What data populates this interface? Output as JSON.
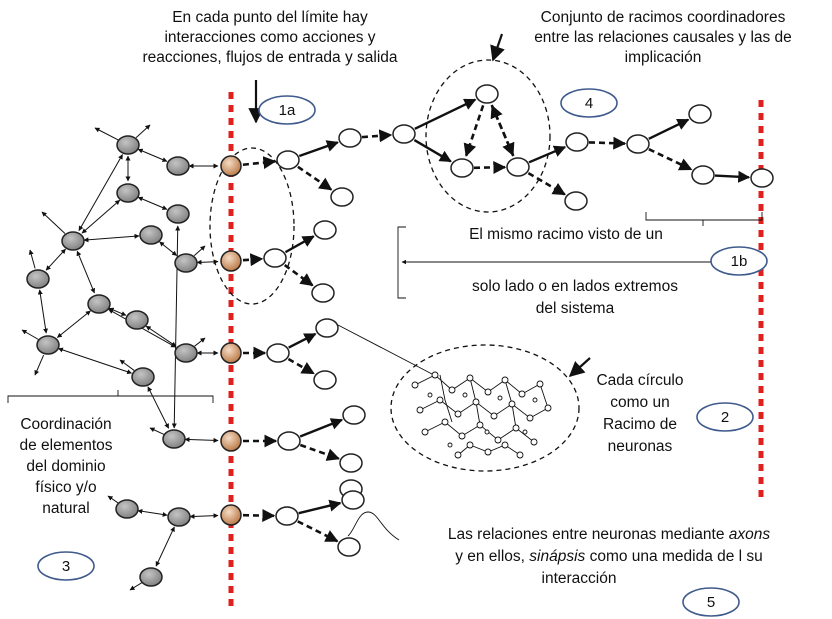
{
  "annotations": {
    "top_center": [
      "En cada punto del límite hay",
      "interacciones como acciones y",
      "reacciones, flujos de entrada y salida"
    ],
    "top_right": [
      "Conjunto de racimos coordinadores",
      "entre las relaciones causales y las de",
      "implicación"
    ],
    "middle_right": [
      "El mismo racimo visto de un",
      "solo lado o en lados extremos",
      "del sistema"
    ],
    "cluster": [
      "Cada círculo",
      "como un",
      "Racimo de",
      "neuronas"
    ],
    "left": [
      "Coordinación",
      "de elementos",
      "del dominio",
      "físico y/o",
      "natural"
    ],
    "bottom_prefix": "Las relaciones entre neuronas mediante ",
    "bottom_axons": "axons",
    "bottom_line2_prefix": "y en ellos, ",
    "bottom_sinapsis": "sinápsis",
    "bottom_line2_suffix": " como una medida de l su",
    "bottom_line3": "interacción"
  },
  "badges": {
    "b1a": "1a",
    "b1b": "1b",
    "b2": "2",
    "b3": "3",
    "b4": "4",
    "b5": "5"
  },
  "colors": {
    "boundary": "#e0201c",
    "gray_node": "#9e9e9e",
    "boundary_node": "#c8875a",
    "badge_outline": "#3f5a8c",
    "stroke": "#111111"
  }
}
